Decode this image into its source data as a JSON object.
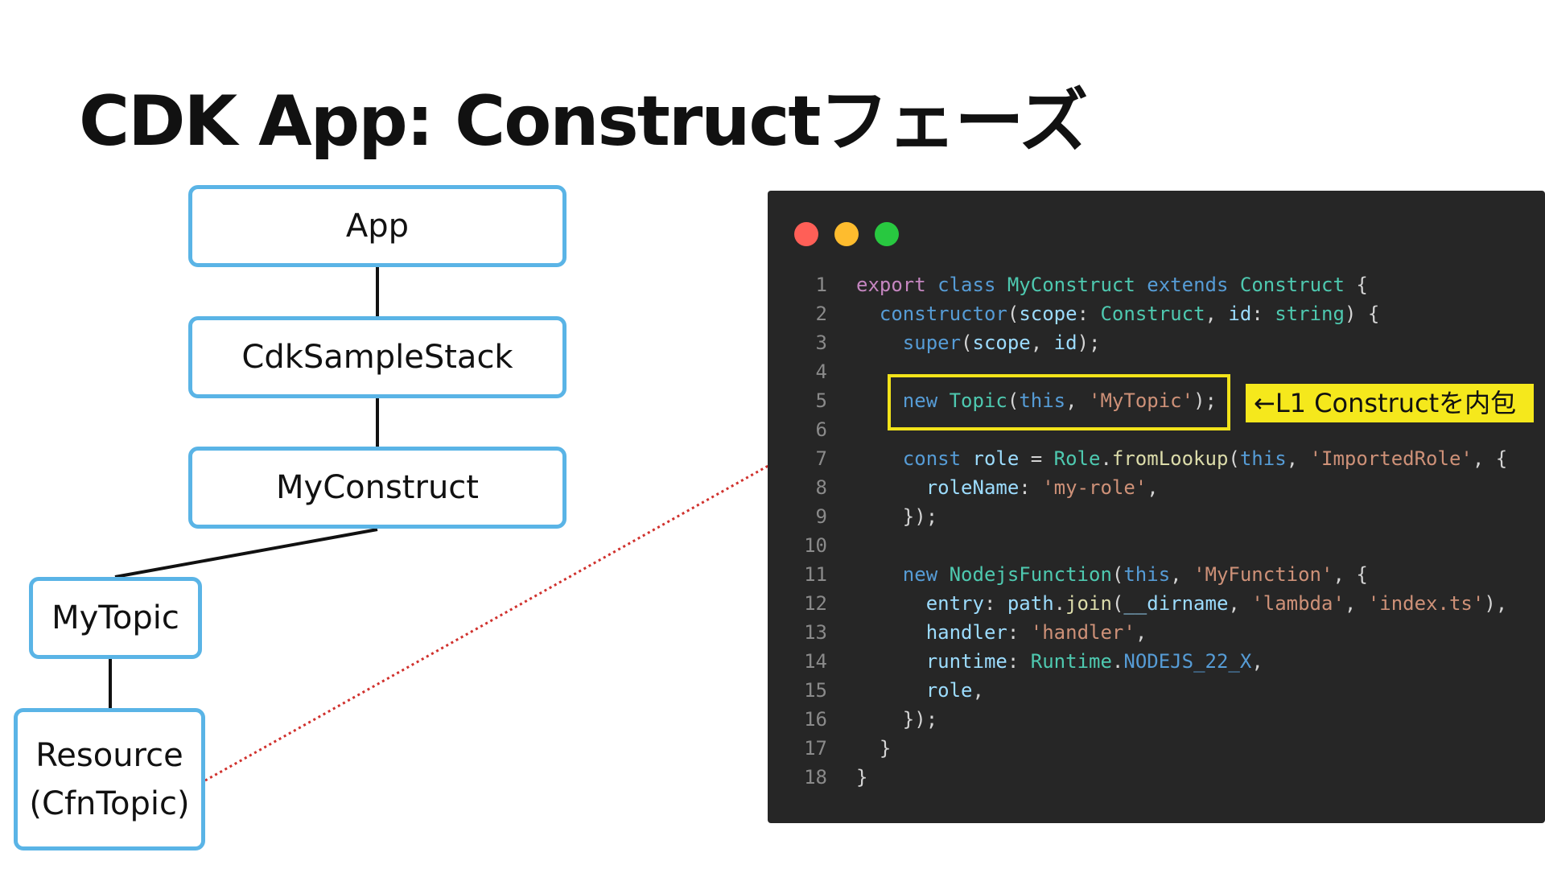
{
  "title": "CDK App: Constructフェーズ",
  "tree": {
    "app": "App",
    "stack": "CdkSampleStack",
    "construct": "MyConstruct",
    "topic": "MyTopic",
    "resource_line1": "Resource",
    "resource_line2": "(CfnTopic)"
  },
  "annotation": "←L1 Constructを内包",
  "colors": {
    "box_border": "#5ab4e6",
    "code_background": "#262626",
    "highlight": "#f2e31a",
    "dotted_link": "#d0312d",
    "window_dot_red": "#ff5f57",
    "window_dot_yellow": "#febc2e",
    "window_dot_green": "#28c840"
  },
  "code": {
    "lines": [
      {
        "n": "1",
        "tokens": [
          {
            "t": "export",
            "c": "keyword"
          },
          {
            "t": " ",
            "c": "plain"
          },
          {
            "t": "class",
            "c": "blue"
          },
          {
            "t": " ",
            "c": "plain"
          },
          {
            "t": "MyConstruct",
            "c": "type"
          },
          {
            "t": " ",
            "c": "plain"
          },
          {
            "t": "extends",
            "c": "blue"
          },
          {
            "t": " ",
            "c": "plain"
          },
          {
            "t": "Construct",
            "c": "type"
          },
          {
            "t": " {",
            "c": "plain"
          }
        ]
      },
      {
        "n": "2",
        "tokens": [
          {
            "t": "  ",
            "c": "plain"
          },
          {
            "t": "constructor",
            "c": "blue"
          },
          {
            "t": "(",
            "c": "plain"
          },
          {
            "t": "scope",
            "c": "var"
          },
          {
            "t": ": ",
            "c": "plain"
          },
          {
            "t": "Construct",
            "c": "type"
          },
          {
            "t": ", ",
            "c": "plain"
          },
          {
            "t": "id",
            "c": "var"
          },
          {
            "t": ": ",
            "c": "plain"
          },
          {
            "t": "string",
            "c": "type"
          },
          {
            "t": ") {",
            "c": "plain"
          }
        ]
      },
      {
        "n": "3",
        "tokens": [
          {
            "t": "    ",
            "c": "plain"
          },
          {
            "t": "super",
            "c": "blue"
          },
          {
            "t": "(",
            "c": "plain"
          },
          {
            "t": "scope",
            "c": "var"
          },
          {
            "t": ", ",
            "c": "plain"
          },
          {
            "t": "id",
            "c": "var"
          },
          {
            "t": ");",
            "c": "plain"
          }
        ]
      },
      {
        "n": "4",
        "tokens": []
      },
      {
        "n": "5",
        "tokens": [
          {
            "t": "    ",
            "c": "plain"
          },
          {
            "t": "new",
            "c": "blue"
          },
          {
            "t": " ",
            "c": "plain"
          },
          {
            "t": "Topic",
            "c": "type"
          },
          {
            "t": "(",
            "c": "plain"
          },
          {
            "t": "this",
            "c": "blue"
          },
          {
            "t": ", ",
            "c": "plain"
          },
          {
            "t": "'MyTopic'",
            "c": "string"
          },
          {
            "t": ");",
            "c": "plain"
          }
        ]
      },
      {
        "n": "6",
        "tokens": []
      },
      {
        "n": "7",
        "tokens": [
          {
            "t": "    ",
            "c": "plain"
          },
          {
            "t": "const",
            "c": "blue"
          },
          {
            "t": " ",
            "c": "plain"
          },
          {
            "t": "role",
            "c": "var"
          },
          {
            "t": " = ",
            "c": "plain"
          },
          {
            "t": "Role",
            "c": "type"
          },
          {
            "t": ".",
            "c": "plain"
          },
          {
            "t": "fromLookup",
            "c": "func"
          },
          {
            "t": "(",
            "c": "plain"
          },
          {
            "t": "this",
            "c": "blue"
          },
          {
            "t": ", ",
            "c": "plain"
          },
          {
            "t": "'ImportedRole'",
            "c": "string"
          },
          {
            "t": ", {",
            "c": "plain"
          }
        ]
      },
      {
        "n": "8",
        "tokens": [
          {
            "t": "      ",
            "c": "plain"
          },
          {
            "t": "roleName",
            "c": "var"
          },
          {
            "t": ": ",
            "c": "plain"
          },
          {
            "t": "'my-role'",
            "c": "string"
          },
          {
            "t": ",",
            "c": "plain"
          }
        ]
      },
      {
        "n": "9",
        "tokens": [
          {
            "t": "    });",
            "c": "plain"
          }
        ]
      },
      {
        "n": "10",
        "tokens": []
      },
      {
        "n": "11",
        "tokens": [
          {
            "t": "    ",
            "c": "plain"
          },
          {
            "t": "new",
            "c": "blue"
          },
          {
            "t": " ",
            "c": "plain"
          },
          {
            "t": "NodejsFunction",
            "c": "type"
          },
          {
            "t": "(",
            "c": "plain"
          },
          {
            "t": "this",
            "c": "blue"
          },
          {
            "t": ", ",
            "c": "plain"
          },
          {
            "t": "'MyFunction'",
            "c": "string"
          },
          {
            "t": ", {",
            "c": "plain"
          }
        ]
      },
      {
        "n": "12",
        "tokens": [
          {
            "t": "      ",
            "c": "plain"
          },
          {
            "t": "entry",
            "c": "var"
          },
          {
            "t": ": ",
            "c": "plain"
          },
          {
            "t": "path",
            "c": "var"
          },
          {
            "t": ".",
            "c": "plain"
          },
          {
            "t": "join",
            "c": "func"
          },
          {
            "t": "(",
            "c": "plain"
          },
          {
            "t": "__dirname",
            "c": "var"
          },
          {
            "t": ", ",
            "c": "plain"
          },
          {
            "t": "'lambda'",
            "c": "string"
          },
          {
            "t": ", ",
            "c": "plain"
          },
          {
            "t": "'index.ts'",
            "c": "string"
          },
          {
            "t": "),",
            "c": "plain"
          }
        ]
      },
      {
        "n": "13",
        "tokens": [
          {
            "t": "      ",
            "c": "plain"
          },
          {
            "t": "handler",
            "c": "var"
          },
          {
            "t": ": ",
            "c": "plain"
          },
          {
            "t": "'handler'",
            "c": "string"
          },
          {
            "t": ",",
            "c": "plain"
          }
        ]
      },
      {
        "n": "14",
        "tokens": [
          {
            "t": "      ",
            "c": "plain"
          },
          {
            "t": "runtime",
            "c": "var"
          },
          {
            "t": ": ",
            "c": "plain"
          },
          {
            "t": "Runtime",
            "c": "type"
          },
          {
            "t": ".",
            "c": "plain"
          },
          {
            "t": "NODEJS_22_X",
            "c": "blue"
          },
          {
            "t": ",",
            "c": "plain"
          }
        ]
      },
      {
        "n": "15",
        "tokens": [
          {
            "t": "      ",
            "c": "plain"
          },
          {
            "t": "role",
            "c": "var"
          },
          {
            "t": ",",
            "c": "plain"
          }
        ]
      },
      {
        "n": "16",
        "tokens": [
          {
            "t": "    });",
            "c": "plain"
          }
        ]
      },
      {
        "n": "17",
        "tokens": [
          {
            "t": "  }",
            "c": "plain"
          }
        ]
      },
      {
        "n": "18",
        "tokens": [
          {
            "t": "}",
            "c": "plain"
          }
        ]
      }
    ]
  }
}
